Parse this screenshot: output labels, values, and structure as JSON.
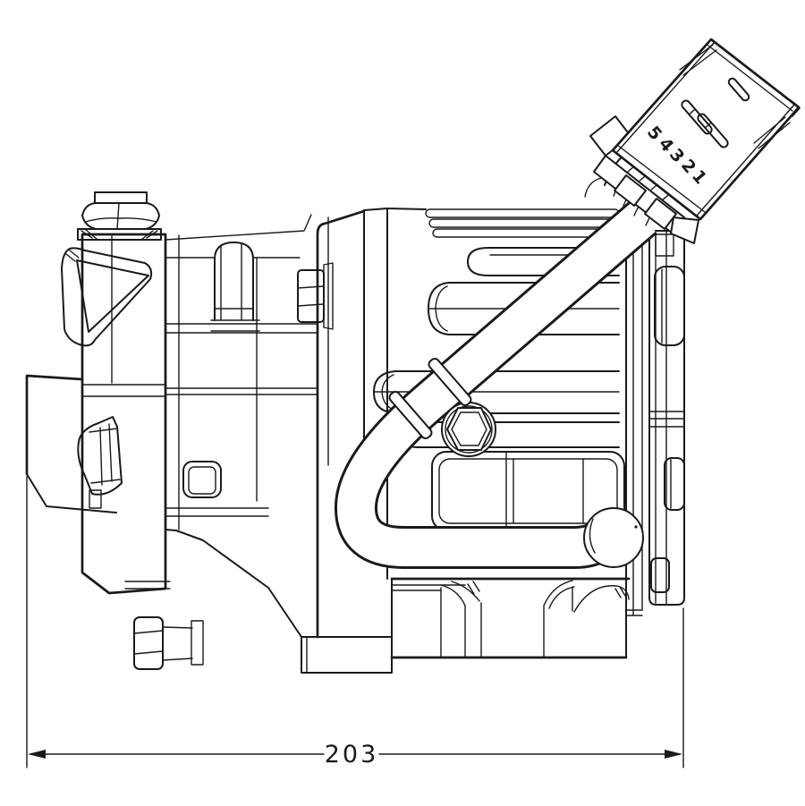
{
  "dimension": {
    "value": "203"
  },
  "connector": {
    "pins": [
      "5",
      "4",
      "3",
      "2",
      "1"
    ]
  },
  "colors": {
    "line": "#1a1a1a",
    "background": "#ffffff"
  }
}
